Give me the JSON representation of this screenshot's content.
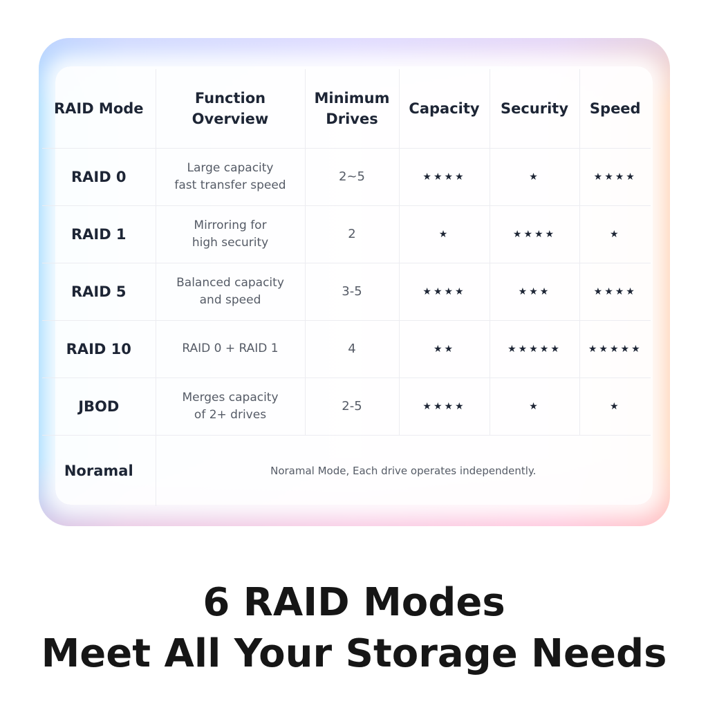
{
  "headers": {
    "mode": "RAID Mode",
    "function": "Function\nOverview",
    "drives": "Minimum\nDrives",
    "capacity": "Capacity",
    "security": "Security",
    "speed": "Speed"
  },
  "rows": [
    {
      "mode": "RAID 0",
      "function": "Large capacity\nfast transfer speed",
      "drives": "2~5",
      "capacity": "★★★★",
      "security": "★",
      "speed": "★★★★",
      "capacity_rating": 4,
      "security_rating": 1,
      "speed_rating": 4
    },
    {
      "mode": "RAID 1",
      "function": "Mirroring for\nhigh security",
      "drives": "2",
      "capacity": "★",
      "security": "★★★★",
      "speed": "★",
      "capacity_rating": 1,
      "security_rating": 4,
      "speed_rating": 1
    },
    {
      "mode": "RAID 5",
      "function": "Balanced capacity\nand speed",
      "drives": "3-5",
      "capacity": "★★★★",
      "security": "★★★",
      "speed": "★★★★",
      "capacity_rating": 4,
      "security_rating": 3,
      "speed_rating": 4
    },
    {
      "mode": "RAID 10",
      "function": "RAID 0 + RAID 1",
      "drives": "4",
      "capacity": "★★",
      "security": "★★★★★",
      "speed": "★★★★★",
      "capacity_rating": 2,
      "security_rating": 5,
      "speed_rating": 5
    },
    {
      "mode": "JBOD",
      "function": "Merges capacity\nof 2+ drives",
      "drives": "2-5",
      "capacity": "★★★★",
      "security": "★",
      "speed": "★",
      "capacity_rating": 4,
      "security_rating": 1,
      "speed_rating": 1
    }
  ],
  "normal": {
    "mode": "Noramal",
    "description": "Noramal Mode, Each drive operates independently."
  },
  "headline": {
    "line1": "6 RAID Modes",
    "line2": "Meet All Your Storage Needs"
  },
  "colors": {
    "text_dark": "#1d2535",
    "text_muted": "#555b66",
    "headline": "#161616"
  }
}
